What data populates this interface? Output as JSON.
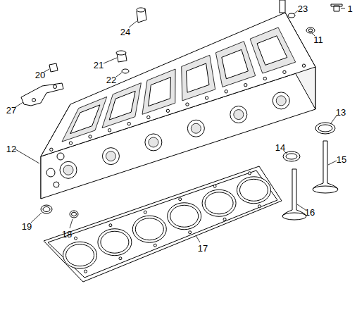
{
  "diagram": {
    "labels": [
      "1",
      "23",
      "11",
      "24",
      "20",
      "21",
      "22",
      "27",
      "12",
      "13",
      "14",
      "15",
      "16",
      "17",
      "19",
      "18"
    ]
  }
}
